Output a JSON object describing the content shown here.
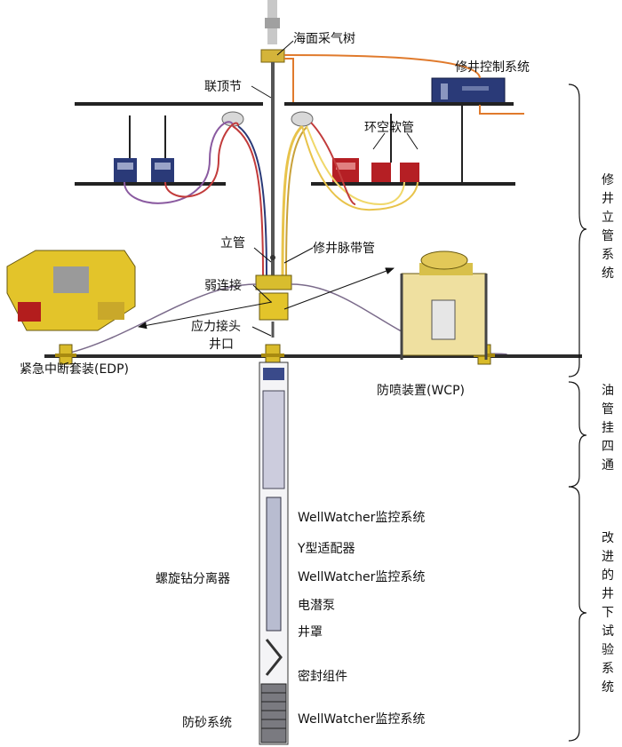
{
  "labels": {
    "surface_tree": "海面采气树",
    "workover_control": "修井控制系统",
    "top_joint": "联顶节",
    "annulus_hose": "环空软管",
    "riser": "立管",
    "umbilical": "修井脉带管",
    "weak_link": "弱连接",
    "stress_joint": "应力接头",
    "edp": "紧急中断套装(EDP)",
    "wcp": "防喷装置(WCP)",
    "wellhead": "井口",
    "wellwatcher_1": "WellWatcher监控系统",
    "y_adapter": "Y型适配器",
    "wellwatcher_2": "WellWatcher监控系统",
    "esp": "电潜泵",
    "shroud": "井罩",
    "seal_assembly": "密封组件",
    "wellwatcher_3": "WellWatcher监控系统",
    "cyclone": "螺旋钻分离器",
    "sand_control": "防砂系统"
  },
  "brackets": {
    "riser_system": "修井立管系统",
    "tubing_hanger": "油管挂四通",
    "downhole": "改进的井下试验系统"
  },
  "colors": {
    "deck": "#222222",
    "hose_red": "#c23b3b",
    "hose_yellow": "#e8c34a",
    "hose_orange": "#e07a2c",
    "equipment_yellow": "#e3c42a",
    "control_blue": "#2a3a78",
    "pump_red": "#b51f24"
  }
}
